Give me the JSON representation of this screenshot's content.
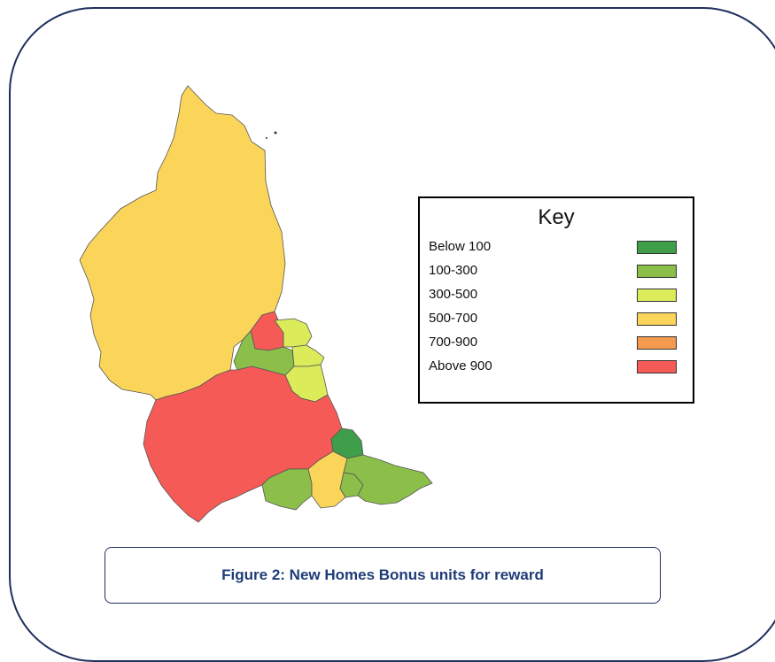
{
  "caption": {
    "text": "Figure 2: New Homes Bonus units for reward"
  },
  "legend": {
    "title": "Key",
    "items": [
      {
        "label": "Below 100",
        "color": "#3f9e4a"
      },
      {
        "label": "100-300",
        "color": "#8bbf4a"
      },
      {
        "label": "300-500",
        "color": "#dceb5a"
      },
      {
        "label": "500-700",
        "color": "#fbd55a"
      },
      {
        "label": "700-900",
        "color": "#f39a4e"
      },
      {
        "label": "Above 900",
        "color": "#f55a57"
      }
    ]
  },
  "colors": {
    "frame_border": "#1f2f5c",
    "caption_text": "#1f3c78",
    "region_outline": "#555555"
  },
  "regions": [
    {
      "id": "northumberland",
      "band": "500-700"
    },
    {
      "id": "newcastle-area-north",
      "band": "Above 900"
    },
    {
      "id": "gateshead-area",
      "band": "100-300"
    },
    {
      "id": "north-tyneside",
      "band": "300-500"
    },
    {
      "id": "south-tyneside",
      "band": "300-500"
    },
    {
      "id": "sunderland",
      "band": "300-500"
    },
    {
      "id": "county-durham",
      "band": "Above 900"
    },
    {
      "id": "hartlepool",
      "band": "Below 100"
    },
    {
      "id": "darlington",
      "band": "100-300"
    },
    {
      "id": "stockton",
      "band": "500-700"
    },
    {
      "id": "middlesbrough",
      "band": "100-300"
    },
    {
      "id": "redcar-cleveland",
      "band": "100-300"
    }
  ]
}
